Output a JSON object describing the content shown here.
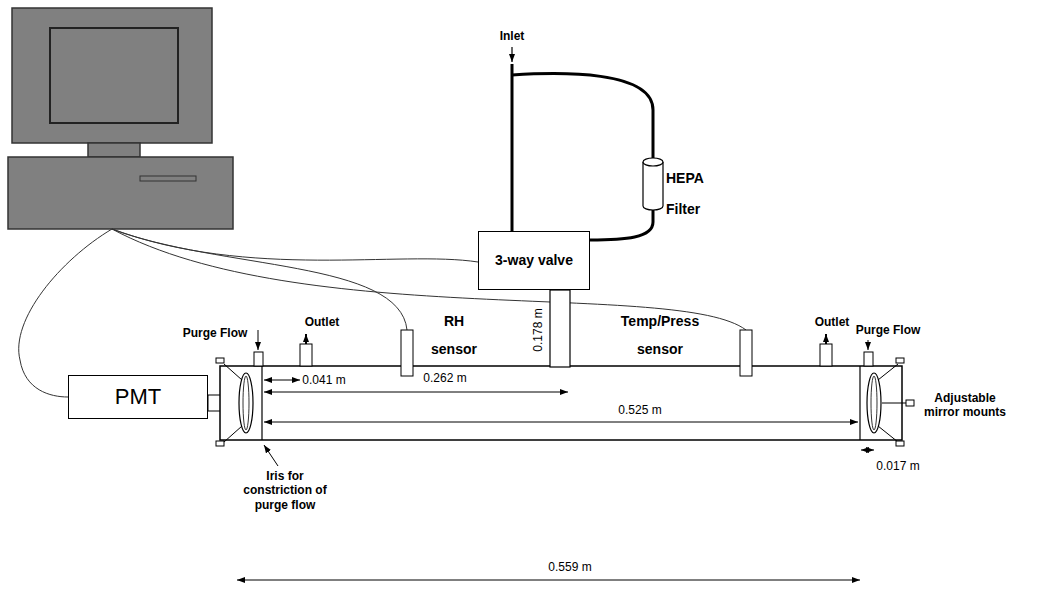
{
  "diagram": {
    "nodes": [
      {
        "text": [
          "3-way valve"
        ]
      },
      {
        "text": [
          "PMT"
        ]
      }
    ],
    "labels": [
      "Inlet",
      "HEPA Filter",
      "0.178 m",
      "Outlet",
      "Purge Flow",
      "RH sensor",
      "Temp/Press sensor",
      "Outlet",
      "Purge Flow",
      "0.041 m",
      "0.262 m",
      "0.525 m",
      "Adjustable mirror mounts",
      "Iris for constriction of purge flow",
      "0.017 m",
      "0.559 m"
    ]
  }
}
